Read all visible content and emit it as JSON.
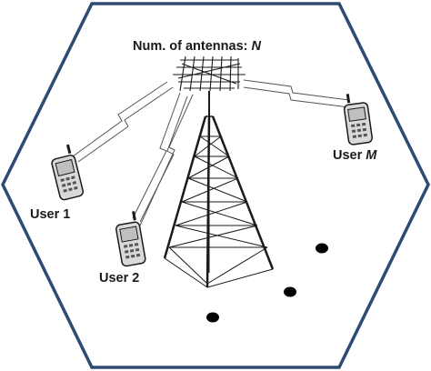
{
  "diagram": {
    "antenna_label_prefix": "Num. of antennas: ",
    "antenna_label_var": "N",
    "users": [
      {
        "prefix": "User ",
        "suffix": "1"
      },
      {
        "prefix": "User ",
        "suffix": "2"
      },
      {
        "prefix": "User ",
        "suffix": "M"
      }
    ],
    "colors": {
      "cell_border": "#2e4b73",
      "ink": "#1a1a1a",
      "phone_body": "#d9d9d9",
      "phone_screen": "#bfbfbf",
      "dot": "#000000"
    }
  }
}
